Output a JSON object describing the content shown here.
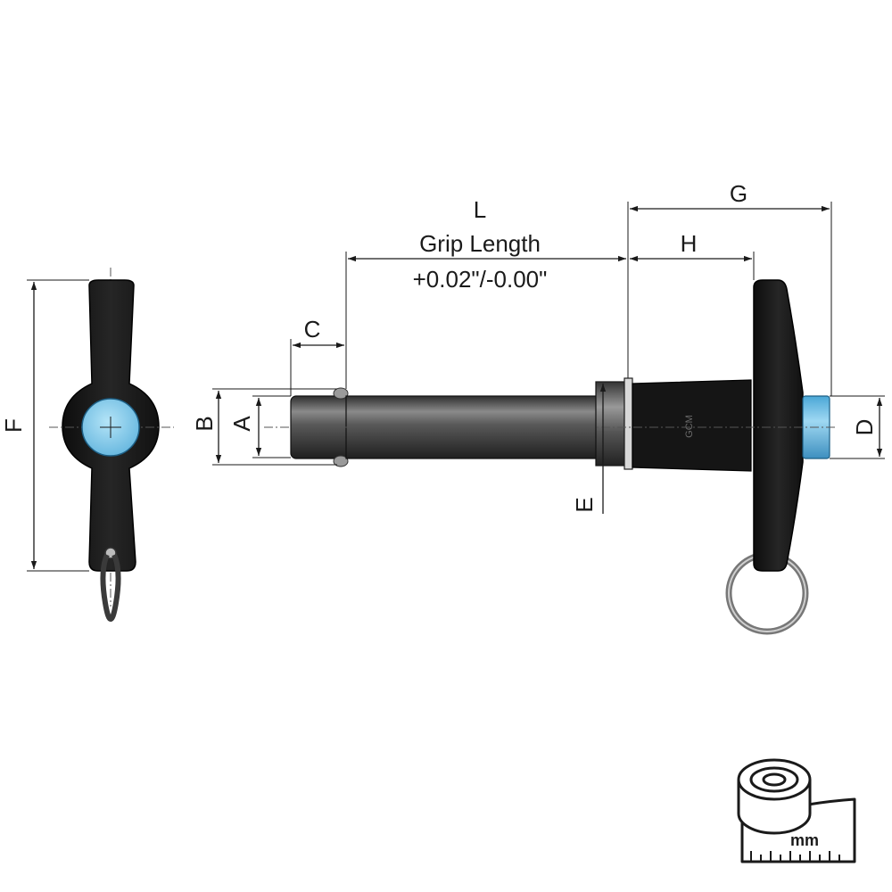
{
  "dimensions": {
    "L": "L",
    "grip_length": "Grip Length",
    "tolerance": "+0.02\"/-0.00\"",
    "G": "G",
    "H": "H",
    "C": "C",
    "B": "B",
    "A": "A",
    "E": "E",
    "D": "D",
    "F": "F"
  },
  "handle_marking": "GCM",
  "units_badge": {
    "label": "mm",
    "icon": "tape-measure-icon"
  },
  "colors": {
    "handle": "#1c1c1c",
    "shaft": "#4a4a4a",
    "button": "#7cc6e8",
    "ring": "#666666"
  }
}
